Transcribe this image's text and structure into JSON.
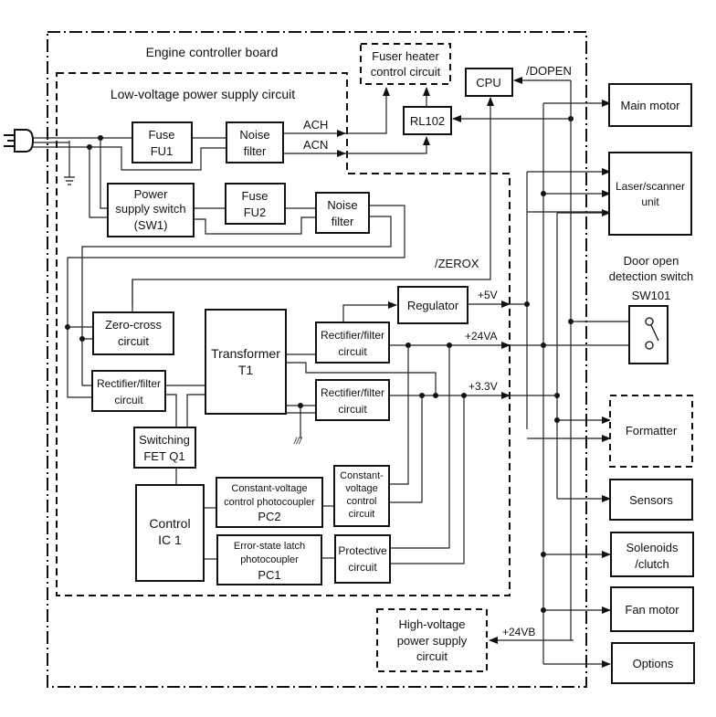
{
  "diagram": {
    "outer_board": {
      "label": "Engine controller board"
    },
    "lv_supply": {
      "label": "Low-voltage power supply circuit"
    },
    "blocks": {
      "fuse_fu1": [
        "Fuse",
        "FU1"
      ],
      "noise_filter_1": [
        "Noise",
        "filter"
      ],
      "power_switch": [
        "Power",
        "supply switch",
        "(SW1)"
      ],
      "fuse_fu2": [
        "Fuse",
        "FU2"
      ],
      "noise_filter_2": [
        "Noise",
        "filter"
      ],
      "fuser_heater": [
        "Fuser heater",
        "control circuit"
      ],
      "cpu": [
        "CPU"
      ],
      "rl102": [
        "RL102"
      ],
      "zero_cross": [
        "Zero-cross",
        "circuit"
      ],
      "rectifier_primary": [
        "Rectifier/filter",
        "circuit"
      ],
      "transformer": [
        "Transformer",
        "T1"
      ],
      "switching_fet": [
        "Switching",
        "FET Q1"
      ],
      "rectifier_24v": [
        "Rectifier/filter",
        "circuit"
      ],
      "rectifier_33v": [
        "Rectifier/filter",
        "circuit"
      ],
      "regulator": [
        "Regulator"
      ],
      "control_ic": [
        "Control",
        "IC 1"
      ],
      "pc2": [
        "Constant-voltage",
        "control photocoupler",
        "PC2"
      ],
      "pc1": [
        "Error-state latch",
        "photocoupler",
        "PC1"
      ],
      "cv_control": [
        "Constant-",
        "voltage",
        "control",
        "circuit"
      ],
      "protective": [
        "Protective",
        "circuit"
      ],
      "hv_supply": [
        "High-voltage",
        "power supply",
        "circuit"
      ]
    },
    "external": {
      "main_motor": [
        "Main motor"
      ],
      "laser_scanner": [
        "Laser/scanner",
        "unit"
      ],
      "door_switch_title": [
        "Door open",
        "detection switch",
        "SW101"
      ],
      "formatter": [
        "Formatter"
      ],
      "sensors": [
        "Sensors"
      ],
      "solenoids": [
        "Solenoids",
        "/clutch"
      ],
      "fan_motor": [
        "Fan motor"
      ],
      "options": [
        "Options"
      ]
    },
    "signals": {
      "ach": "ACH",
      "acn": "ACN",
      "dopen": "/DOPEN",
      "zerox": "/ZEROX",
      "v5": "+5V",
      "v24a": "+24VA",
      "v33": "+3.3V",
      "v24b": "+24VB"
    }
  }
}
